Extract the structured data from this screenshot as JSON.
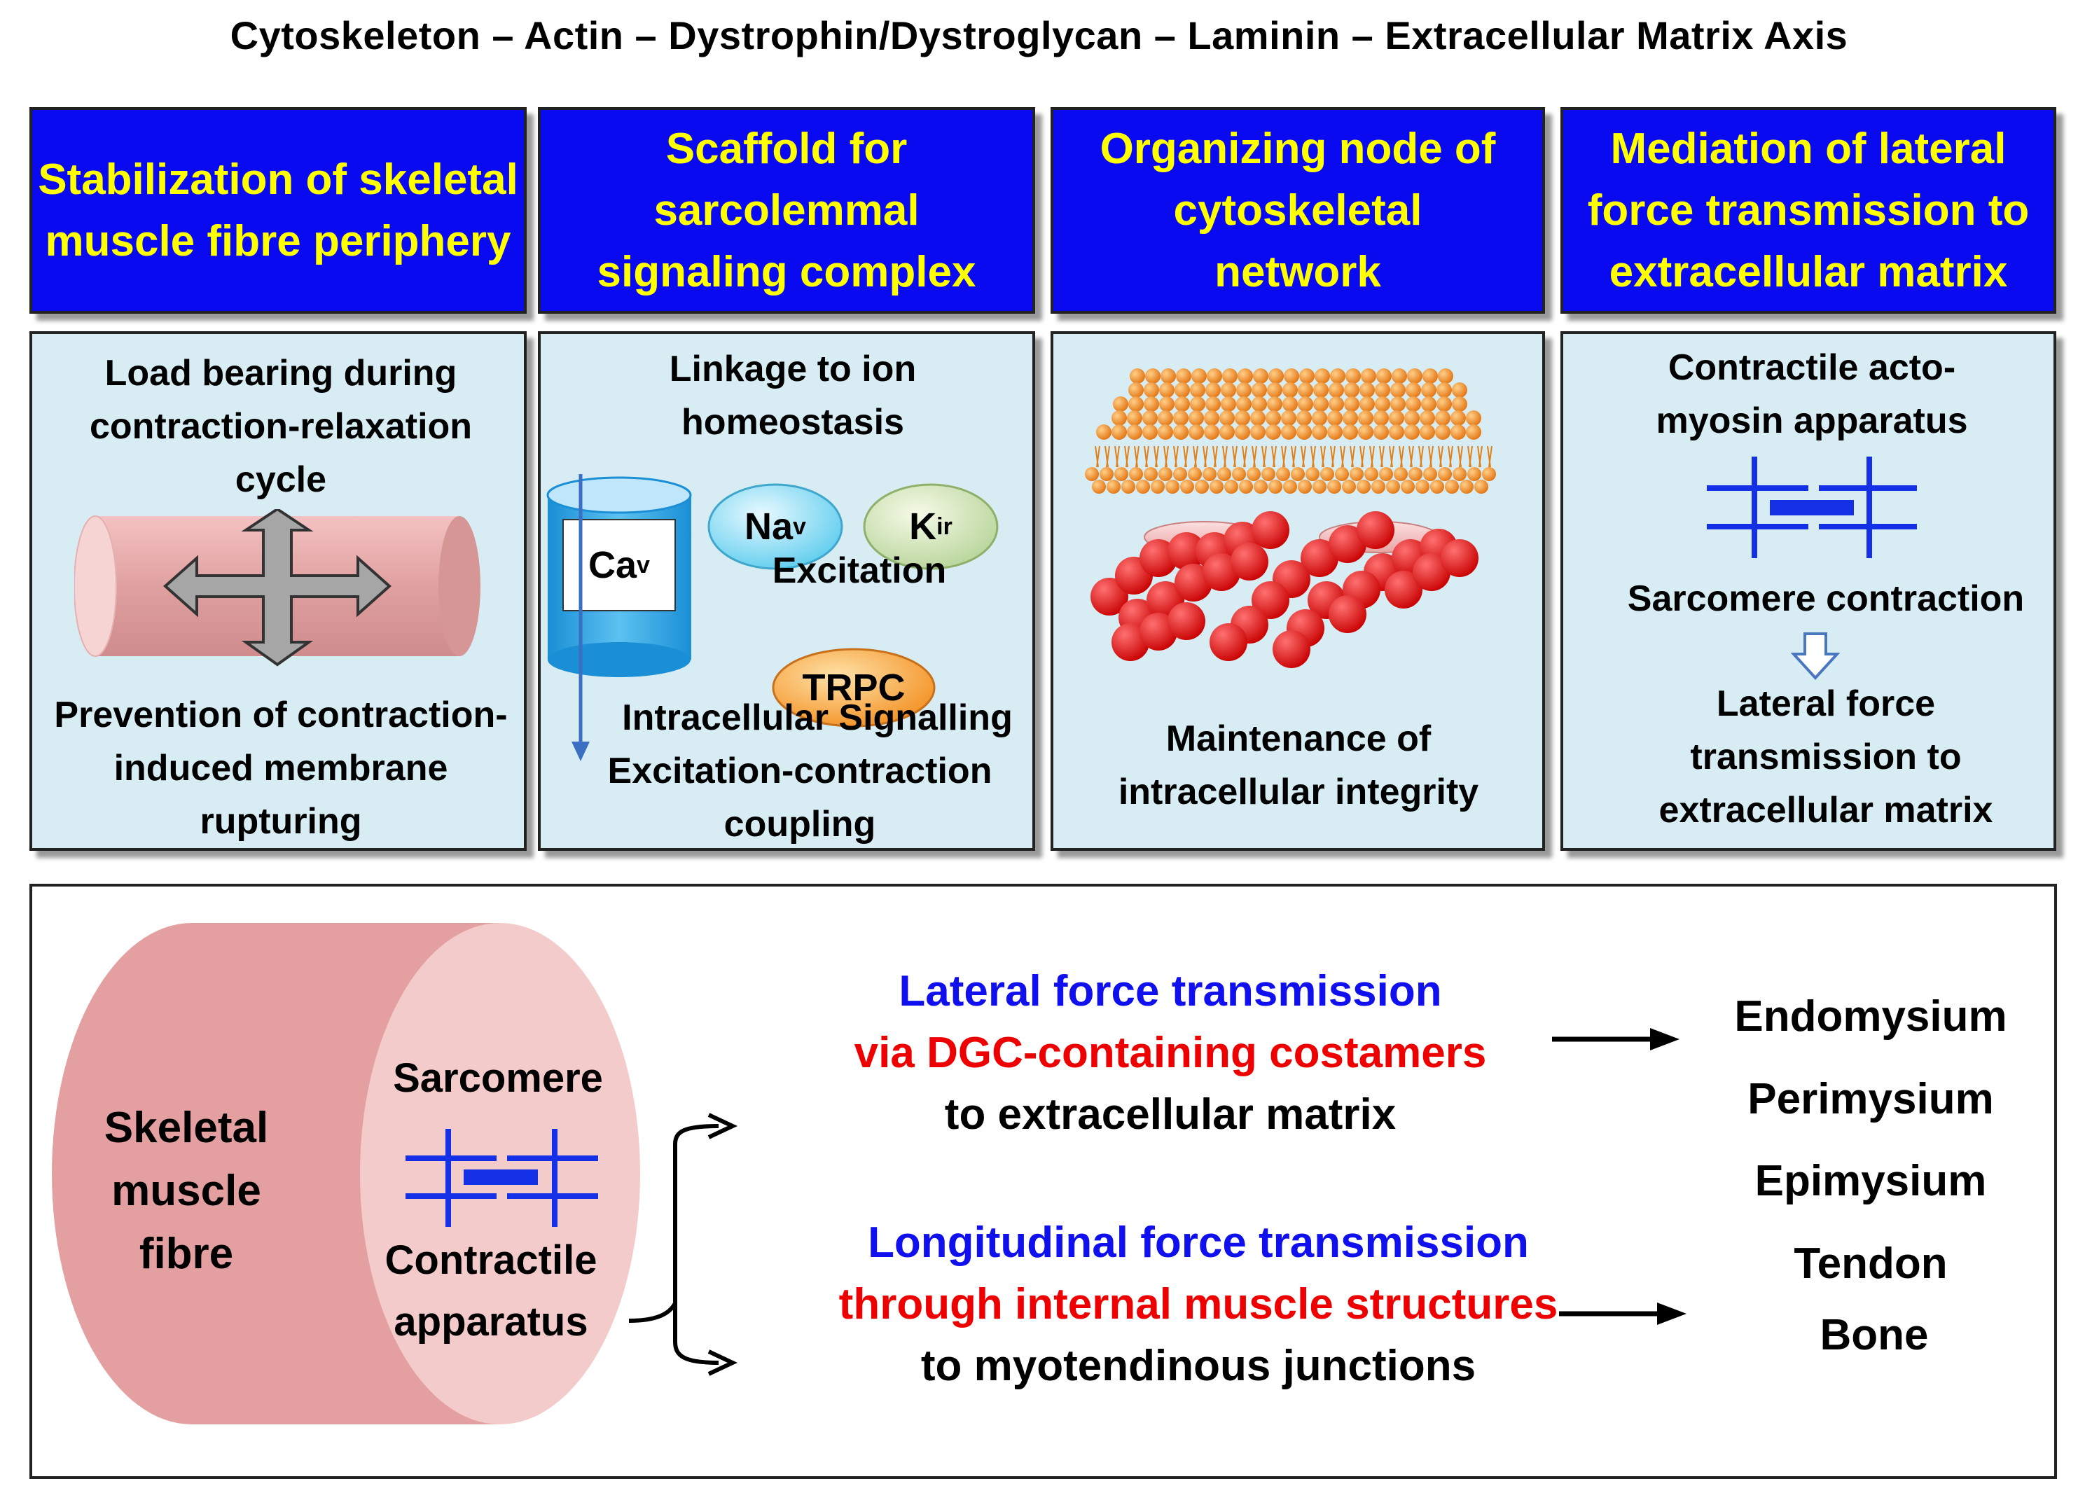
{
  "title": "Cytoskeleton – Actin – Dystrophin/Dystroglycan – Laminin – Extracellular Matrix  Axis",
  "headers": [
    "Stabilization of skeletal muscle fibre periphery",
    "Scaffold for sarcolemmal signaling complex",
    "Organizing node of cytoskeletal network",
    "Mediation of lateral force transmission to extracellular matrix"
  ],
  "panel1": {
    "top_text": "Load bearing during contraction-relaxation cycle",
    "bottom_text": "Prevention of contraction-induced membrane rupturing"
  },
  "panel2": {
    "linkage": "Linkage to ion homeostasis",
    "cav": "Ca",
    "cav_sub": "v",
    "nav": "Na",
    "nav_sub": "v",
    "kir": "K",
    "kir_sub": "ir",
    "excitation": "Excitation",
    "trpc": "TRPC",
    "bottom1": "Intracellular Signalling",
    "bottom2": "Excitation-contraction coupling"
  },
  "panel3": {
    "bottom_text": "Maintenance of intracellular integrity"
  },
  "panel4": {
    "top_text": "Contractile acto-myosin apparatus",
    "middle_text": "Sarcomere contraction",
    "bottom_text": "Lateral force transmission to extracellular matrix"
  },
  "bottom": {
    "fibre_label": "Skeletal muscle fibre",
    "sarcomere": "Sarcomere",
    "contractile": "Contractile apparatus",
    "lateral_line1": "Lateral force transmission",
    "lateral_line2": "via DGC-containing costamers",
    "lateral_line3": "to extracellular matrix",
    "long_line1": "Longitudinal force transmission",
    "long_line2": "through internal muscle structures",
    "long_line3": "to myotendinous junctions",
    "targets_lateral": [
      "Endomysium",
      "Perimysium",
      "Epimysium"
    ],
    "targets_long": [
      "Tendon",
      "Bone"
    ]
  },
  "colors": {
    "header_bg": "#0a0af0",
    "header_text": "#ffff00",
    "panel_bg": "#d8edf3",
    "accent_blue": "#1010ee",
    "accent_red": "#ee0000"
  }
}
